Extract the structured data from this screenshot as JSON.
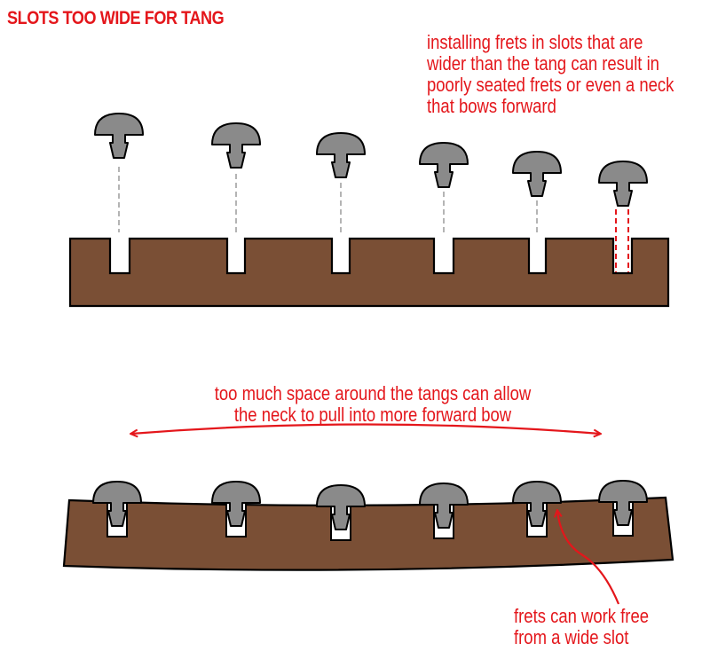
{
  "title": "SLOTS TOO WIDE FOR TANG",
  "top_note": [
    "installing frets in slots that are",
    "wider than the tang can result in",
    "poorly seated frets or even a neck",
    "that bows forward"
  ],
  "middle_note": [
    "too much space around the tangs can allow",
    "the neck to pull into more forward bow"
  ],
  "bottom_note": [
    "frets can work free",
    "from a wide slot"
  ],
  "colors": {
    "wood": "#7a4f35",
    "fret": "#8a8a8a",
    "accent": "#e4161b",
    "outline": "#000000",
    "guide": "#b4b4b4"
  },
  "fret_count": 6
}
